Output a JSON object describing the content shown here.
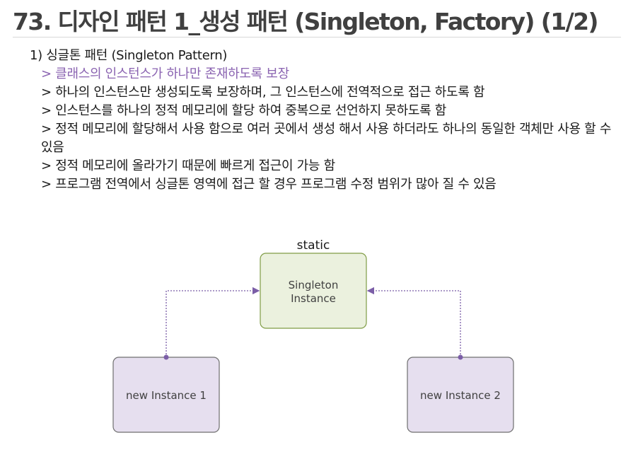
{
  "title": "73. 디자인 패턴 1_생성 패턴 (Singleton, Factory) (1/2)",
  "content": {
    "heading": "1) 싱글톤 패턴 (Singleton Pattern)",
    "bullets": [
      "> 클래스의 인스턴스가 하나만 존재하도록 보장",
      "> 하나의 인스턴스만 생성되도록 보장하며, 그 인스턴스에 전역적으로 접근 하도록 함",
      "> 인스턴스를 하나의 정적 메모리에 할당 하여 중복으로 선언하지 못하도록 함",
      "> 정적 메모리에 할당해서 사용 함으로 여러 곳에서 생성 해서 사용 하더라도 하나의 동일한 객체만 사용 할 수 있음",
      "> 정적 메모리에 올라가기 때문에 빠르게 접근이 가능 함",
      "> 프로그램 전역에서 싱글톤 영역에 접근 할 경우 프로그램 수정 범위가 많아 질 수 있음"
    ]
  },
  "diagram": {
    "static_label": "static",
    "singleton_box": [
      "Singleton",
      "Instance"
    ],
    "instance_left": "new Instance 1",
    "instance_right": "new Instance 2"
  },
  "colors": {
    "title": "#404040",
    "accent": "#8a63b1",
    "singleton_fill": "#ebf1de",
    "singleton_stroke": "#7f9c45",
    "instance_fill": "#e6dfef",
    "instance_stroke": "#6f6f6f",
    "arrow": "#7b5ea7"
  }
}
